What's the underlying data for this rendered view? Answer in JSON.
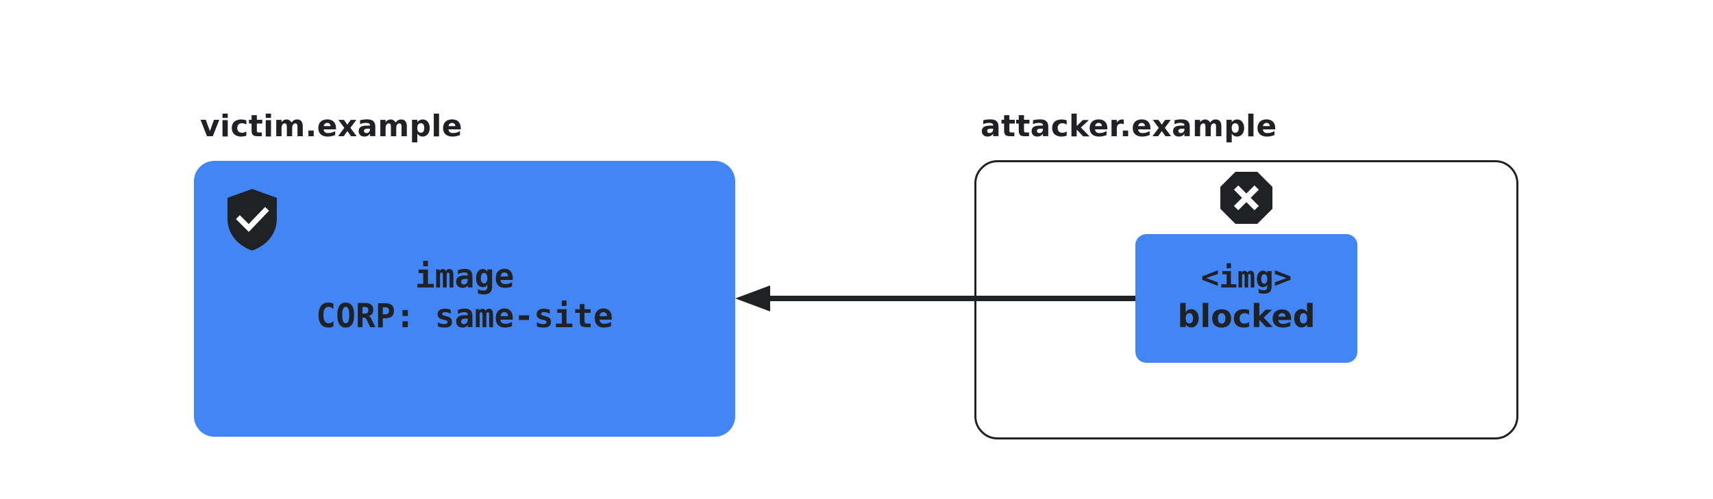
{
  "victim": {
    "label": "victim.example",
    "resource_lines": "image\nCORP: same-site",
    "icon": "shield-check-icon",
    "color": "#4285f4"
  },
  "attacker": {
    "label": "attacker.example",
    "request_tag": "<img>",
    "request_status": "blocked",
    "icon": "blocked-stop-icon",
    "color": "#4285f4"
  },
  "colors": {
    "ink": "#202124",
    "background": "#ffffff"
  }
}
